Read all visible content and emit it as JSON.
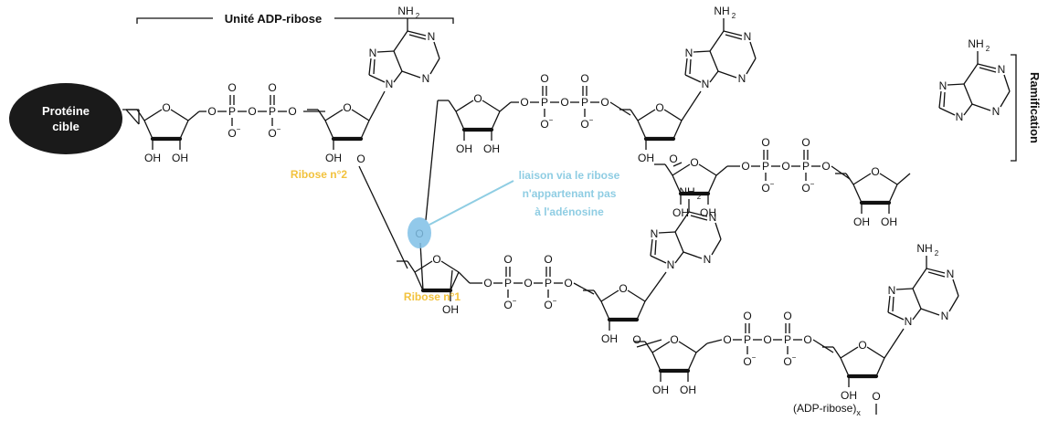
{
  "header": {
    "unit_label": "Unité ADP-ribose"
  },
  "protein": {
    "line1": "Protéine",
    "line2": "cible"
  },
  "branch": {
    "label": "Ramification"
  },
  "ribose_labels": {
    "ribose2": "Ribose n°2",
    "ribose1": "Ribose n°1"
  },
  "annotation": {
    "line1": "liaison via le ribose",
    "line2": "n'appartenant pas",
    "line3": "à l'adénosine"
  },
  "chain_end": {
    "text": "(ADP-ribose)",
    "sub": "x"
  },
  "atoms": {
    "O": "O",
    "P": "P",
    "N": "N",
    "OH": "OH",
    "NH": "NH",
    "two": "2",
    "minus": "−"
  },
  "colors": {
    "ribose_label": "#f2c23d",
    "annotation": "#8fcde3",
    "highlight": "#7fc0e6",
    "protein": "#1a1a1a"
  }
}
